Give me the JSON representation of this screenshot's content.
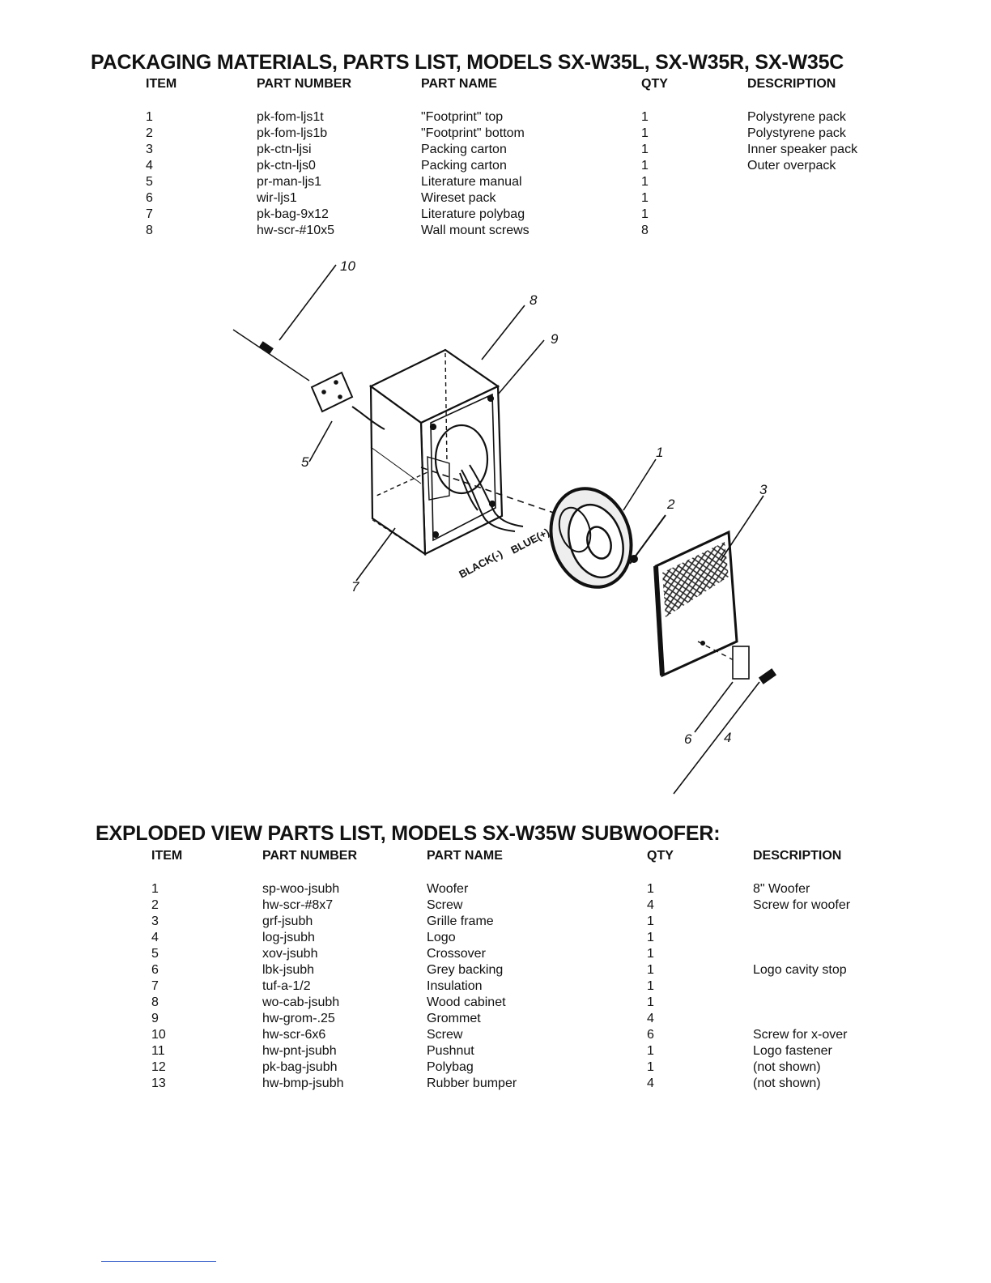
{
  "packaging": {
    "title": "PACKAGING MATERIALS, PARTS LIST, MODELS SX-W35L, SX-W35R, SX-W35C",
    "headers": {
      "item": "ITEM",
      "part_number": "PART NUMBER",
      "part_name": "PART NAME",
      "qty": "QTY",
      "description": "DESCRIPTION"
    },
    "rows": [
      {
        "item": "1",
        "part_number": "pk-fom-ljs1t",
        "part_name": "\"Footprint\" top",
        "qty": "1",
        "description": "Polystyrene pack"
      },
      {
        "item": "2",
        "part_number": "pk-fom-ljs1b",
        "part_name": "\"Footprint\" bottom",
        "qty": "1",
        "description": "Polystyrene pack"
      },
      {
        "item": "3",
        "part_number": "pk-ctn-ljsi",
        "part_name": "Packing carton",
        "qty": "1",
        "description": "Inner speaker pack"
      },
      {
        "item": "4",
        "part_number": "pk-ctn-ljs0",
        "part_name": "Packing carton",
        "qty": "1",
        "description": "Outer overpack"
      },
      {
        "item": "5",
        "part_number": "pr-man-ljs1",
        "part_name": "Literature manual",
        "qty": "1",
        "description": ""
      },
      {
        "item": "6",
        "part_number": "wir-ljs1",
        "part_name": "Wireset pack",
        "qty": "1",
        "description": ""
      },
      {
        "item": "7",
        "part_number": "pk-bag-9x12",
        "part_name": "Literature polybag",
        "qty": "1",
        "description": ""
      },
      {
        "item": "8",
        "part_number": "hw-scr-#10x5",
        "part_name": "Wall mount screws",
        "qty": "8",
        "description": ""
      }
    ]
  },
  "diagram": {
    "callouts": [
      "10",
      "8",
      "9",
      "5",
      "1",
      "2",
      "3",
      "7",
      "6",
      "4"
    ],
    "wire_labels": {
      "black": "BLACK(-)",
      "blue": "BLUE(+)"
    }
  },
  "exploded": {
    "title": "EXPLODED VIEW PARTS LIST, MODELS SX-W35W SUBWOOFER:",
    "headers": {
      "item": "ITEM",
      "part_number": "PART NUMBER",
      "part_name": "PART NAME",
      "qty": "QTY",
      "description": "DESCRIPTION"
    },
    "rows": [
      {
        "item": "1",
        "part_number": "sp-woo-jsubh",
        "part_name": "Woofer",
        "qty": "1",
        "description": "8\" Woofer"
      },
      {
        "item": "2",
        "part_number": "hw-scr-#8x7",
        "part_name": "Screw",
        "qty": "4",
        "description": "Screw for woofer"
      },
      {
        "item": "3",
        "part_number": "grf-jsubh",
        "part_name": "Grille frame",
        "qty": "1",
        "description": ""
      },
      {
        "item": "4",
        "part_number": "log-jsubh",
        "part_name": "Logo",
        "qty": "1",
        "description": ""
      },
      {
        "item": "5",
        "part_number": "xov-jsubh",
        "part_name": "Crossover",
        "qty": "1",
        "description": ""
      },
      {
        "item": "6",
        "part_number": "lbk-jsubh",
        "part_name": "Grey backing",
        "qty": "1",
        "description": "Logo cavity stop"
      },
      {
        "item": "7",
        "part_number": "tuf-a-1/2",
        "part_name": "Insulation",
        "qty": "1",
        "description": ""
      },
      {
        "item": "8",
        "part_number": "wo-cab-jsubh",
        "part_name": "Wood cabinet",
        "qty": "1",
        "description": ""
      },
      {
        "item": "9",
        "part_number": "hw-grom-.25",
        "part_name": "Grommet",
        "qty": "4",
        "description": ""
      },
      {
        "item": "10",
        "part_number": "hw-scr-6x6",
        "part_name": "Screw",
        "qty": "6",
        "description": "Screw for x-over"
      },
      {
        "item": "11",
        "part_number": "hw-pnt-jsubh",
        "part_name": "Pushnut",
        "qty": "1",
        "description": "Logo fastener"
      },
      {
        "item": "12",
        "part_number": "pk-bag-jsubh",
        "part_name": "Polybag",
        "qty": "1",
        "description": "(not shown)"
      },
      {
        "item": "13",
        "part_number": "hw-bmp-jsubh",
        "part_name": "Rubber bumper",
        "qty": "4",
        "description": "(not shown)"
      }
    ]
  }
}
